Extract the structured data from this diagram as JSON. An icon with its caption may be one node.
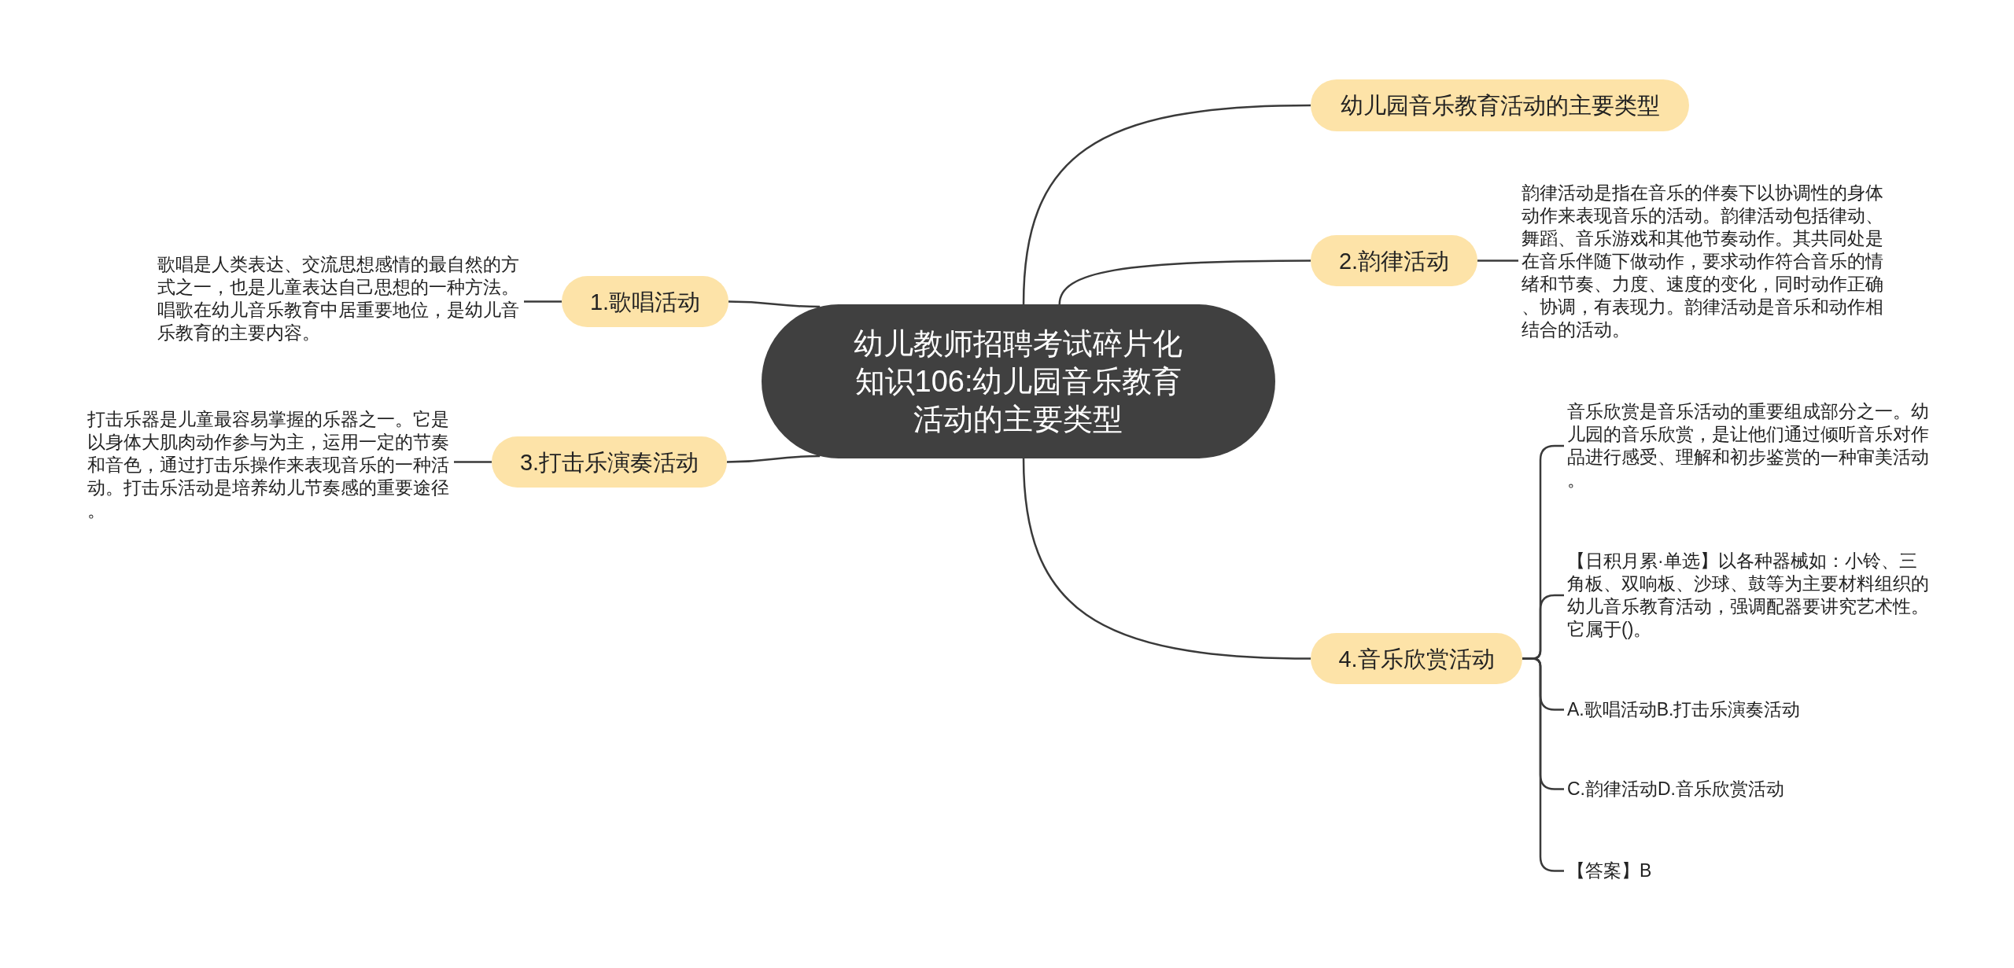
{
  "diagram": {
    "nodes": [
      {
        "text": [
          "幼儿教师招聘考试碎片化知识106:幼儿园音乐教育活动的主要类型"
        ]
      },
      {
        "text": [
          "幼儿园音乐教育活动的主要类型"
        ]
      },
      {
        "text": [
          "1.歌唱活动"
        ]
      },
      {
        "text": [
          "歌唱是人类表达、交流思想感情的最自然的方式之一，也是儿童表达自己思想的一种方法。唱歌在幼儿音乐教育中居重要地位，是幼儿音乐教育的主要内容。"
        ]
      },
      {
        "text": [
          "2.韵律活动"
        ]
      },
      {
        "text": [
          "韵律活动是指在音乐的伴奏下以协调性的身体动作来表现音乐的活动。韵律活动包括律动、舞蹈、音乐游戏和其他节奏动作。其共同处是在音乐伴随下做动作，要求动作符合音乐的情绪和节奏、力度、速度的变化，同时动作正确、协调，有表现力。韵律活动是音乐和动作相结合的活动。"
        ]
      },
      {
        "text": [
          "3.打击乐演奏活动"
        ]
      },
      {
        "text": [
          "打击乐器是儿童最容易掌握的乐器之一。它是以身体大肌肉动作参与为主，运用一定的节奏和音色，通过打击乐操作来表现音乐的一种活动。打击乐活动是培养幼儿节奏感的重要途径。"
        ]
      },
      {
        "text": [
          "4.音乐欣赏活动"
        ]
      },
      {
        "text": [
          "音乐欣赏是音乐活动的重要组成部分之一。幼儿园的音乐欣赏，是让他们通过倾听音乐对作品进行感受、理解和初步鉴赏的一种审美活动。"
        ]
      },
      {
        "text": [
          "【日积月累·单选】以各种器械如：小铃、三角板、双响板、沙球、鼓等为主要材料组织的幼儿音乐教育活动，强调配器要讲究艺术性。它属于()。"
        ]
      },
      {
        "text": [
          "A.歌唱活动B.打击乐演奏活动"
        ]
      },
      {
        "text": [
          "C.韵律活动D.音乐欣赏活动"
        ]
      },
      {
        "text": [
          "【答案】B"
        ]
      }
    ],
    "edges": [
      {
        "from": 0,
        "to": 1,
        "arrow": "none"
      },
      {
        "from": 0,
        "to": 2,
        "arrow": "none"
      },
      {
        "from": 2,
        "to": 3,
        "arrow": "none"
      },
      {
        "from": 0,
        "to": 4,
        "arrow": "none"
      },
      {
        "from": 4,
        "to": 5,
        "arrow": "none"
      },
      {
        "from": 0,
        "to": 6,
        "arrow": "none"
      },
      {
        "from": 6,
        "to": 7,
        "arrow": "none"
      },
      {
        "from": 0,
        "to": 8,
        "arrow": "none"
      },
      {
        "from": 8,
        "to": 9,
        "arrow": "none"
      },
      {
        "from": 8,
        "to": 10,
        "arrow": "none"
      },
      {
        "from": 8,
        "to": 11,
        "arrow": "none"
      },
      {
        "from": 8,
        "to": 12,
        "arrow": "none"
      },
      {
        "from": 8,
        "to": 13,
        "arrow": "none"
      }
    ]
  }
}
